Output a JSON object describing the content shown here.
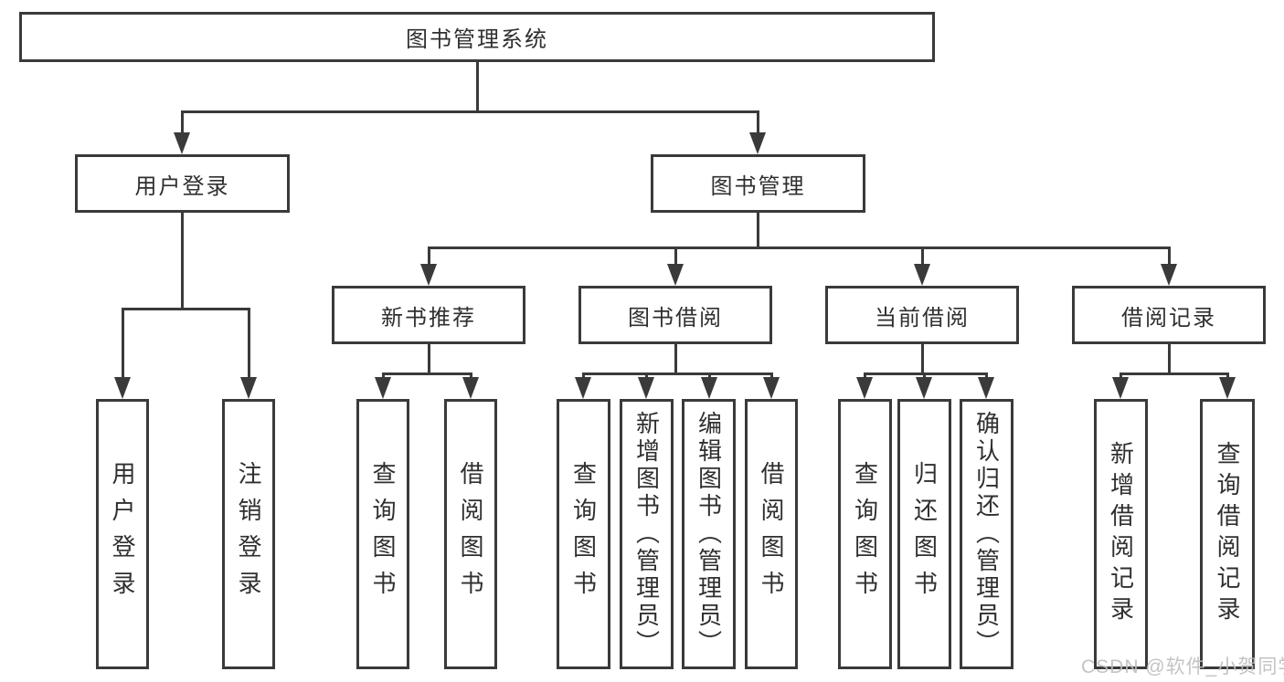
{
  "diagram": {
    "root": {
      "label": "图书管理系统"
    },
    "branches": [
      {
        "label": "用户登录",
        "children": [
          {
            "label": "用户登录"
          },
          {
            "label": "注销登录"
          }
        ]
      },
      {
        "label": "图书管理",
        "children": [
          {
            "label": "新书推荐",
            "children": [
              {
                "label": "查询图书"
              },
              {
                "label": "借阅图书"
              }
            ]
          },
          {
            "label": "图书借阅",
            "children": [
              {
                "label": "查询图书"
              },
              {
                "label": "新增图书（管理员）"
              },
              {
                "label": "编辑图书（管理员）"
              },
              {
                "label": "借阅图书"
              }
            ]
          },
          {
            "label": "当前借阅",
            "children": [
              {
                "label": "查询图书"
              },
              {
                "label": "归还图书"
              },
              {
                "label": "确认归还（管理员）"
              }
            ]
          },
          {
            "label": "借阅记录",
            "children": [
              {
                "label": "新增借阅记录"
              },
              {
                "label": "查询借阅记录"
              }
            ]
          }
        ]
      }
    ]
  },
  "watermark": {
    "text": "CSDN @软件_小贺同学"
  },
  "colors": {
    "border": "#3a3a3a",
    "text": "#2f2f2f",
    "background": "#ffffff",
    "watermark": "#bdbdbd"
  }
}
